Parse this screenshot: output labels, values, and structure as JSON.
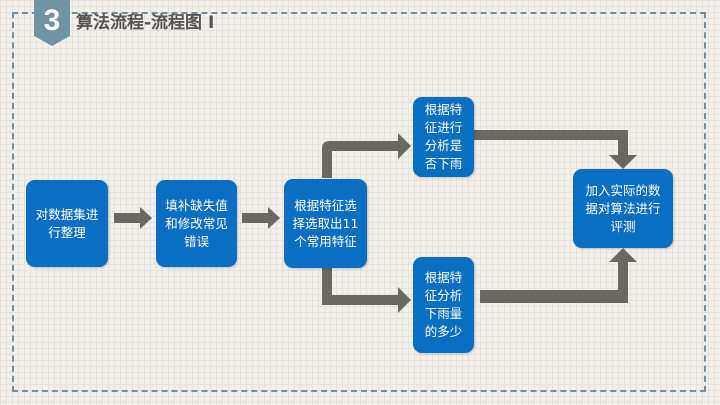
{
  "badge": "3",
  "title": "算法流程-流程图 I",
  "colors": {
    "box": "#0a6fc2",
    "arrow": "#6b6863",
    "accent": "#6e93a3"
  },
  "nodes": [
    {
      "id": "n1",
      "label": "对数据集进行整理"
    },
    {
      "id": "n2",
      "label": "填补缺失值和修改常见错误"
    },
    {
      "id": "n3",
      "label": "根据特征选择选取出11个常用特征"
    },
    {
      "id": "n4",
      "label": "根据特征进行分析是否下雨"
    },
    {
      "id": "n5",
      "label": "根据特征分析下雨量的多少"
    },
    {
      "id": "n6",
      "label": "加入实际的数据对算法进行评测"
    }
  ],
  "edges": [
    [
      "n1",
      "n2"
    ],
    [
      "n2",
      "n3"
    ],
    [
      "n3",
      "n4"
    ],
    [
      "n3",
      "n5"
    ],
    [
      "n4",
      "n6"
    ],
    [
      "n5",
      "n6"
    ]
  ]
}
